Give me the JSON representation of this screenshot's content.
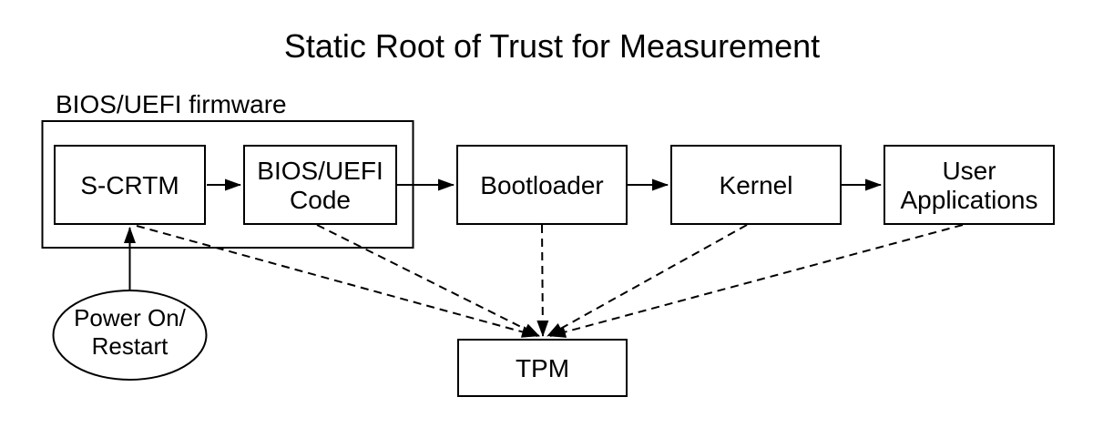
{
  "title": "Static Root of Trust for Measurement",
  "firmware_group": {
    "label": "BIOS/UEFI firmware"
  },
  "nodes": {
    "scrtm": {
      "label": "S-CRTM"
    },
    "bios_uefi_code": {
      "line1": "BIOS/UEFI",
      "line2": "Code"
    },
    "bootloader": {
      "label": "Bootloader"
    },
    "kernel": {
      "label": "Kernel"
    },
    "user_applications": {
      "line1": "User",
      "line2": "Applications"
    },
    "tpm": {
      "label": "TPM"
    },
    "power_on": {
      "line1": "Power On/",
      "line2": "Restart"
    }
  },
  "colors": {
    "stroke": "#000000",
    "background": "#ffffff",
    "scrtm_fill": "#c0c0c0",
    "node_fill": "#ffffff"
  },
  "edges": {
    "solid": [
      {
        "from": "power-on-restart",
        "to": "s-crtm",
        "style": "solid-arrow"
      },
      {
        "from": "s-crtm",
        "to": "bios-uefi-code",
        "style": "solid-arrow"
      },
      {
        "from": "bios-uefi-code",
        "to": "bootloader",
        "style": "solid-arrow"
      },
      {
        "from": "bootloader",
        "to": "kernel",
        "style": "solid-arrow"
      },
      {
        "from": "kernel",
        "to": "user-applications",
        "style": "solid-arrow"
      }
    ],
    "dashed": [
      {
        "from": "s-crtm",
        "to": "tpm",
        "style": "dashed-arrow"
      },
      {
        "from": "bios-uefi-code",
        "to": "tpm",
        "style": "dashed-arrow"
      },
      {
        "from": "bootloader",
        "to": "tpm",
        "style": "dashed-arrow"
      },
      {
        "from": "kernel",
        "to": "tpm",
        "style": "dashed-arrow"
      },
      {
        "from": "user-applications",
        "to": "tpm",
        "style": "dashed-arrow"
      }
    ]
  }
}
